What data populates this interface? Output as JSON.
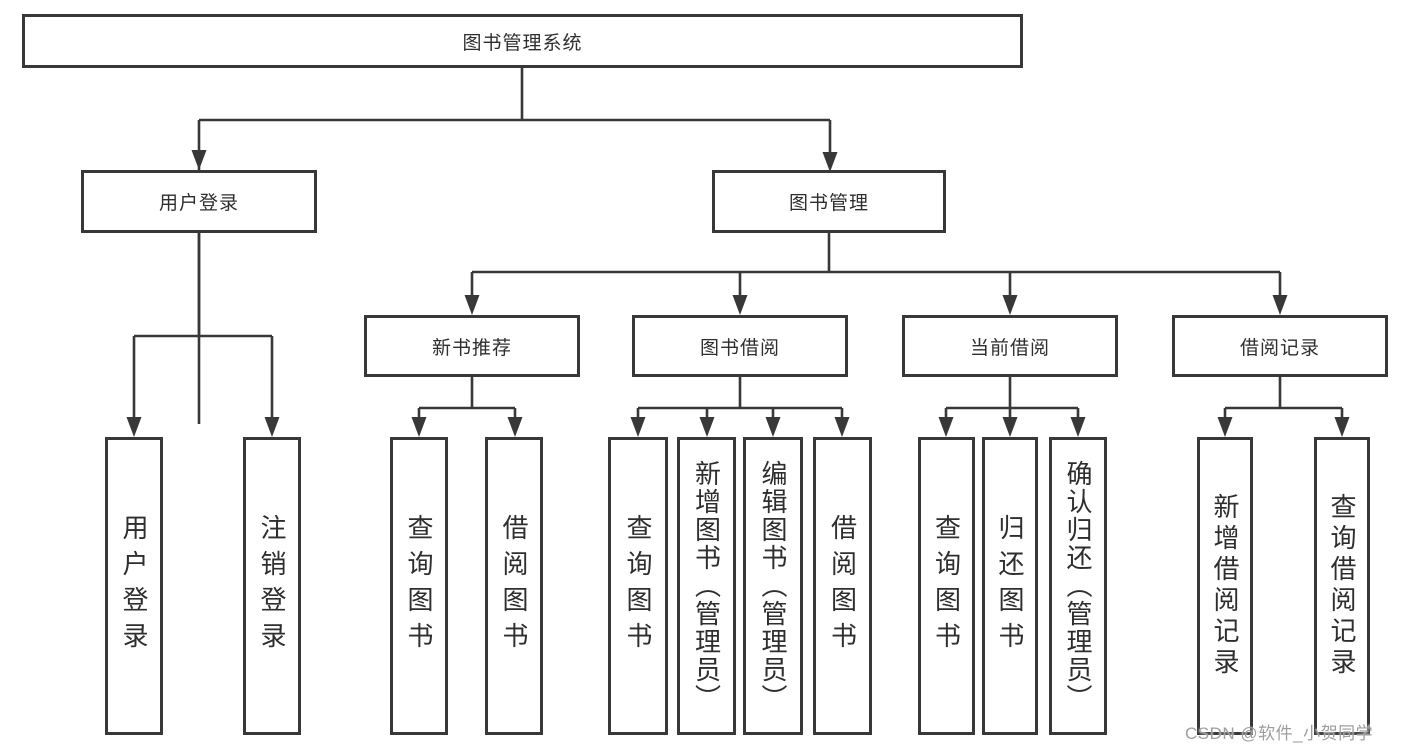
{
  "tree": {
    "root": {
      "label": "图书管理系统"
    },
    "branches": [
      {
        "label": "用户登录",
        "children": [
          {
            "label": "用户登录"
          },
          {
            "label": "注销登录"
          }
        ]
      },
      {
        "label": "图书管理",
        "children": [
          {
            "label": "新书推荐",
            "children": [
              {
                "label": "查询图书"
              },
              {
                "label": "借阅图书"
              }
            ]
          },
          {
            "label": "图书借阅",
            "children": [
              {
                "label": "查询图书"
              },
              {
                "label": "新增图书（管理员）"
              },
              {
                "label": "编辑图书（管理员）"
              },
              {
                "label": "借阅图书"
              }
            ]
          },
          {
            "label": "当前借阅",
            "children": [
              {
                "label": "查询图书"
              },
              {
                "label": "归还图书"
              },
              {
                "label": "确认归还（管理员）"
              }
            ]
          },
          {
            "label": "借阅记录",
            "children": [
              {
                "label": "新增借阅记录"
              },
              {
                "label": "查询借阅记录"
              }
            ]
          }
        ]
      }
    ]
  },
  "watermark": {
    "text": "CSDN @软件_小贺同学"
  },
  "colors": {
    "line": "#383838",
    "text": "#2e2e2e",
    "watermark": "#9e9e9e",
    "background": "#ffffff"
  }
}
